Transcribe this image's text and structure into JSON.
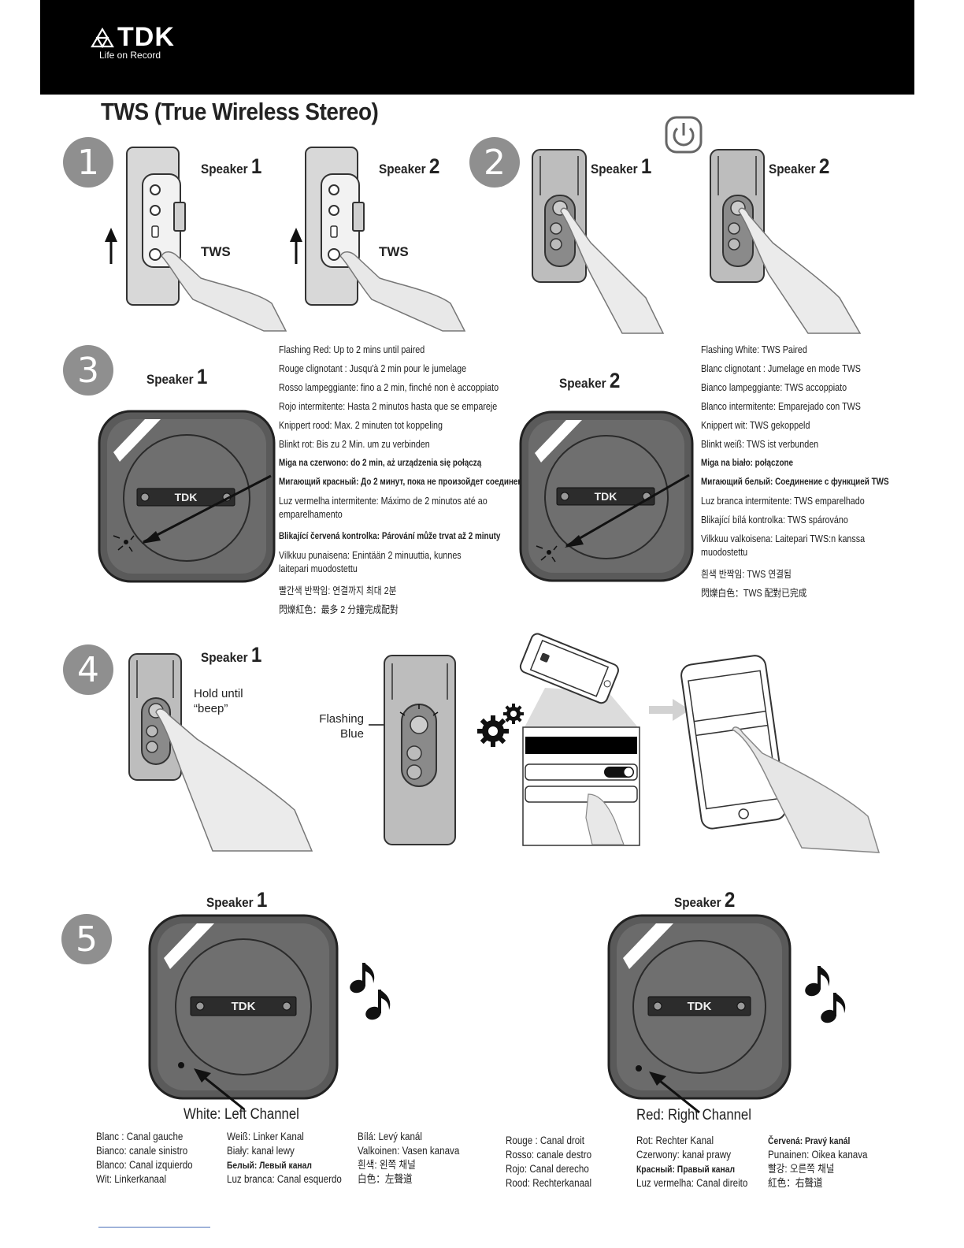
{
  "header": {
    "brand": "TDK",
    "tagline": "Life on Record"
  },
  "title": "TWS (True Wireless Stereo)",
  "steps": {
    "s1": "1",
    "s2": "2",
    "s3": "3",
    "s4": "4",
    "s5": "5"
  },
  "labels": {
    "speaker": "Speaker",
    "one": "1",
    "two": "2",
    "tws": "TWS",
    "hold_until": "Hold until",
    "beep": "“beep”",
    "flashing": "Flashing",
    "blue": "Blue"
  },
  "step3_left": [
    "Flashing Red: Up to 2 mins until paired",
    "Rouge clignotant : Jusqu'à 2 min pour le jumelage",
    "Rosso lampeggiante: fino a 2 min, finché non è accoppiato",
    "Rojo intermitente: Hasta 2 minutos hasta que se empareje",
    "Knippert rood: Max. 2 minuten tot koppeling",
    "Blinkt rot: Bis zu 2 Min. um zu verbinden",
    "Miga na czerwono: do 2 min, aż urządzenia się połączą",
    "Мигающий красный: До 2 минут, пока не произойдет соединение",
    "Luz vermelha intermitente: Máximo de 2 minutos até ao emparelhamento",
    "Blikající červená kontrolka: Párování může trvat až 2 minuty",
    "Vilkkuu punaisena: Enintään 2 minuuttia, kunnes laitepari muodostettu",
    "빨간색 반짝임: 연결까지 최대 2분",
    "閃爍紅色：最多 2 分鐘完成配對"
  ],
  "step3_right": [
    "Flashing White: TWS Paired",
    "Blanc clignotant : Jumelage en mode TWS",
    "Bianco lampeggiante: TWS accoppiato",
    "Blanco intermitente: Emparejado con TWS",
    "Knippert wit: TWS gekoppeld",
    "Blinkt weiß: TWS ist verbunden",
    "Miga na biało: połączone",
    "Мигающий белый: Соединение с функцией TWS",
    "Luz branca intermitente: TWS emparelhado",
    "Blikající bílá kontrolka: TWS spárováno",
    "Vilkkuu valkoisena: Laitepari TWS:n kanssa muodostettu",
    "흰색 반짝임: TWS 연결됨",
    "閃爍白色：TWS 配對已完成"
  ],
  "step5": {
    "left_title": "White: Left Channel",
    "right_title": "Red: Right Channel",
    "left_cols": [
      [
        "Blanc : Canal gauche",
        "Bianco: canale sinistro",
        "Blanco: Canal izquierdo",
        "Wit: Linkerkanaal"
      ],
      [
        "Weiß: Linker Kanal",
        "Biały: kanał lewy",
        "Белый: Левый канал",
        "Luz branca: Canal esquerdo"
      ],
      [
        "Bílá: Levý kanál",
        "Valkoinen: Vasen kanava",
        "흰색: 왼쪽 채널",
        "白色：左聲道"
      ]
    ],
    "right_cols": [
      [
        "Rouge : Canal droit",
        "Rosso: canale destro",
        "Rojo: Canal derecho",
        "Rood: Rechterkanaal"
      ],
      [
        "Rot: Rechter Kanal",
        "Czerwony: kanał prawy",
        "Красный: Правый канал",
        "Luz vermelha: Canal direito"
      ],
      [
        "Červená: Pravý kanál",
        "Punainen: Oikea kanava",
        "빨강: 오른쪽 채널",
        "紅色：右聲道"
      ]
    ]
  },
  "icons": {
    "power": "power-icon",
    "gears": "gears-icon",
    "notes": "music-notes-icon",
    "arrow": "arrow-right-icon"
  }
}
